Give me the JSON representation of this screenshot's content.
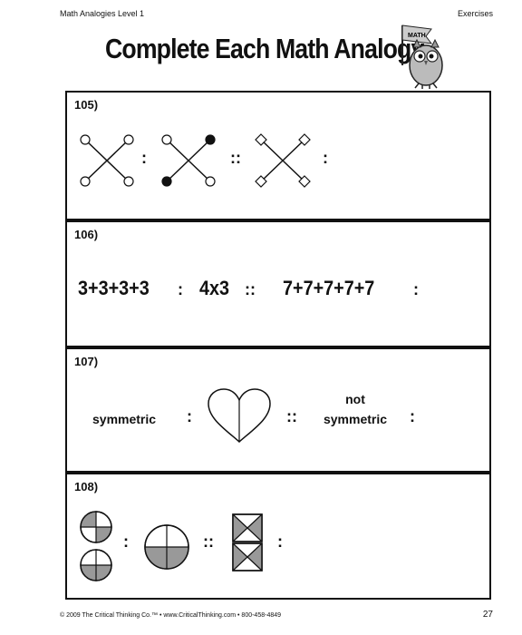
{
  "header": {
    "left": "Math Analogies Level 1",
    "right": "Exercises"
  },
  "title": "Complete Each Math Analogy",
  "owl_banner": "MATH",
  "separators": {
    "ratio": ":",
    "proportion": "::"
  },
  "questions": [
    {
      "number": "105)"
    },
    {
      "number": "106)",
      "left": "3+3+3+3",
      "middle": "4x3",
      "right": "7+7+7+7+7"
    },
    {
      "number": "107)",
      "left": "symmetric",
      "right_line1": "not",
      "right_line2": "symmetric"
    },
    {
      "number": "108)"
    }
  ],
  "footer": {
    "left": "© 2009 The Critical Thinking Co.™ • www.CriticalThinking.com • 800-458-4849",
    "right": "27"
  }
}
